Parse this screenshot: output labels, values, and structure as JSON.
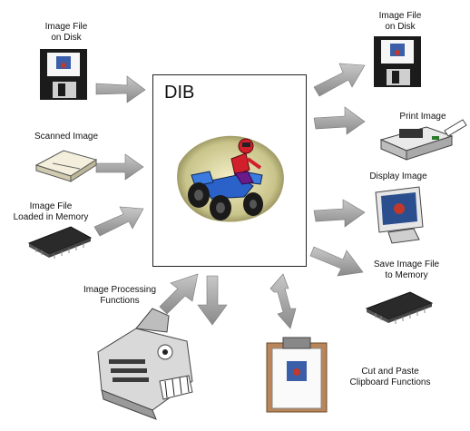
{
  "center": {
    "title": "DIB"
  },
  "inputs": {
    "disk": "Image File\non Disk",
    "scanned": "Scanned Image",
    "memory": "Image File\nLoaded in Memory",
    "processing": "Image Processing\nFunctions"
  },
  "outputs": {
    "disk": "Image File\non Disk",
    "print": "Print Image",
    "display": "Display Image",
    "memory": "Save Image File\nto Memory",
    "clipboard": "Cut and Paste\nClipboard Functions"
  }
}
